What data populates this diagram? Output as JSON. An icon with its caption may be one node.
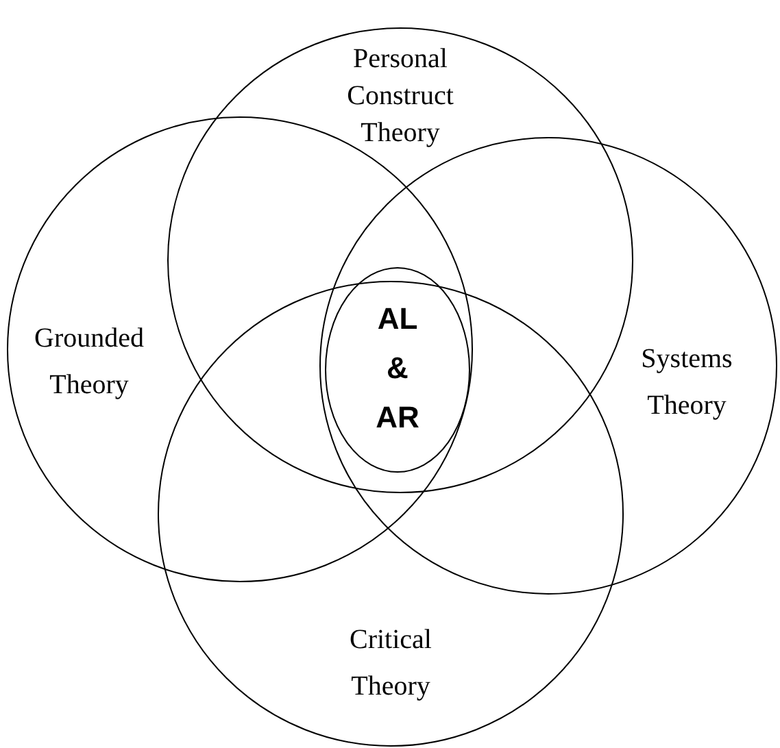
{
  "diagram": {
    "nodes": [
      {
        "text": [
          "Personal Construct Theory"
        ]
      },
      {
        "text": [
          "Grounded Theory"
        ]
      },
      {
        "text": [
          "Systems Theory"
        ]
      },
      {
        "text": [
          "Critical Theory"
        ]
      },
      {
        "text": [
          "AL & AR"
        ]
      }
    ]
  }
}
